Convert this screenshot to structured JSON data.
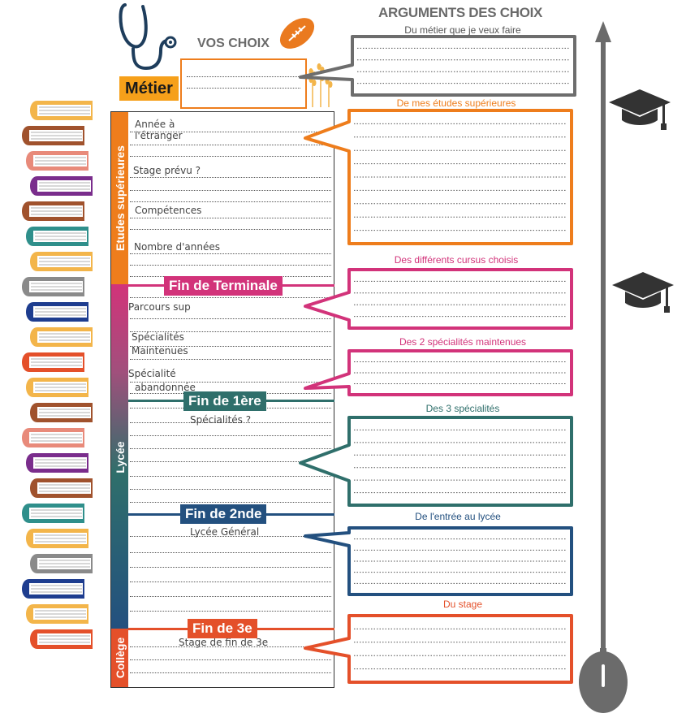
{
  "header": {
    "arguments_title": "ARGUMENTS DES CHOIX",
    "vos_choix": "VOS CHOIX",
    "metier_label": "Métier"
  },
  "sections": {
    "etudes": "Etudes supérieures",
    "lycee": "Lycée",
    "college": "Collège"
  },
  "milestones": {
    "terminale": "Fin de Terminale",
    "premiere": "Fin de 1ère",
    "seconde": "Fin de 2nde",
    "troisieme": "Fin de 3e"
  },
  "labels": {
    "annee_etranger": "Année à l'étranger",
    "stage_prevu": "Stage prévu ?",
    "competences": "Compétences",
    "nombre_annees": "Nombre d'années",
    "parcours_sup": "Parcours sup",
    "specialites_maintenues": "Spécialités Maintenues",
    "specialite_abandonnee": "Spécialité abandonnée",
    "specialites_q": "Spécialités ?",
    "lycee_general": "Lycée Général",
    "stage_3e": "Stage de fin de 3e"
  },
  "argument_boxes": [
    {
      "title": "Du métier que je veux faire",
      "color": "#6d6d6d",
      "title_color": "#555555"
    },
    {
      "title": "De mes études supérieures",
      "color": "#ee7d1c",
      "title_color": "#ee7d1c"
    },
    {
      "title": "Des différents cursus  choisis",
      "color": "#d2337a",
      "title_color": "#d2337a"
    },
    {
      "title": "Des 2 spécialités maintenues",
      "color": "#d2337a",
      "title_color": "#d2337a"
    },
    {
      "title": "Des 3 spécialités",
      "color": "#2f6f6b",
      "title_color": "#2f6f6b"
    },
    {
      "title": "De l'entrée au lycée",
      "color": "#23507f",
      "title_color": "#23507f"
    },
    {
      "title": "Du stage",
      "color": "#e4502a",
      "title_color": "#e4502a"
    }
  ],
  "colors": {
    "orange": "#ee7d1c",
    "pink": "#d2337a",
    "teal": "#2f6f6b",
    "navy": "#23507f",
    "red_orange": "#e4502a",
    "metier_bg": "#f6a01a",
    "axis_gray": "#6b6b6b"
  },
  "icons": [
    "stethoscope-icon",
    "football-icon",
    "wheat-icon",
    "graduation-cap-icon",
    "books-stack-icon",
    "arrow-up-axis-icon"
  ]
}
